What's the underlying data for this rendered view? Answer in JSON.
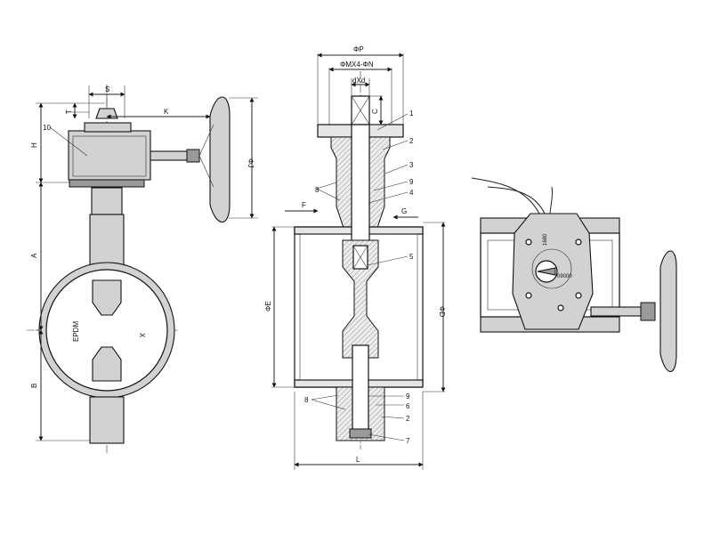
{
  "dimensions": {
    "S": "S",
    "T": "T",
    "K": "K",
    "H": "H",
    "J": "ΦJ",
    "A": "A",
    "B": "B",
    "X": "X",
    "P": "ΦP",
    "MN": "ΦMX4-ΦN",
    "dXd": "dXd",
    "C": "C",
    "F": "F",
    "G": "G",
    "E": "ΦE",
    "D": "ΦD",
    "L": "L"
  },
  "labels": {
    "liner": "EPDM",
    "gauge_a": "1680",
    "gauge_b": "09000"
  },
  "parts": {
    "p1": "1",
    "p2": "2",
    "p3": "3",
    "p9": "9",
    "p4": "4",
    "p5": "5",
    "p9b": "9",
    "p6": "6",
    "p2b": "2",
    "p7": "7",
    "p8a": "8",
    "p8b": "8",
    "p10": "10"
  }
}
